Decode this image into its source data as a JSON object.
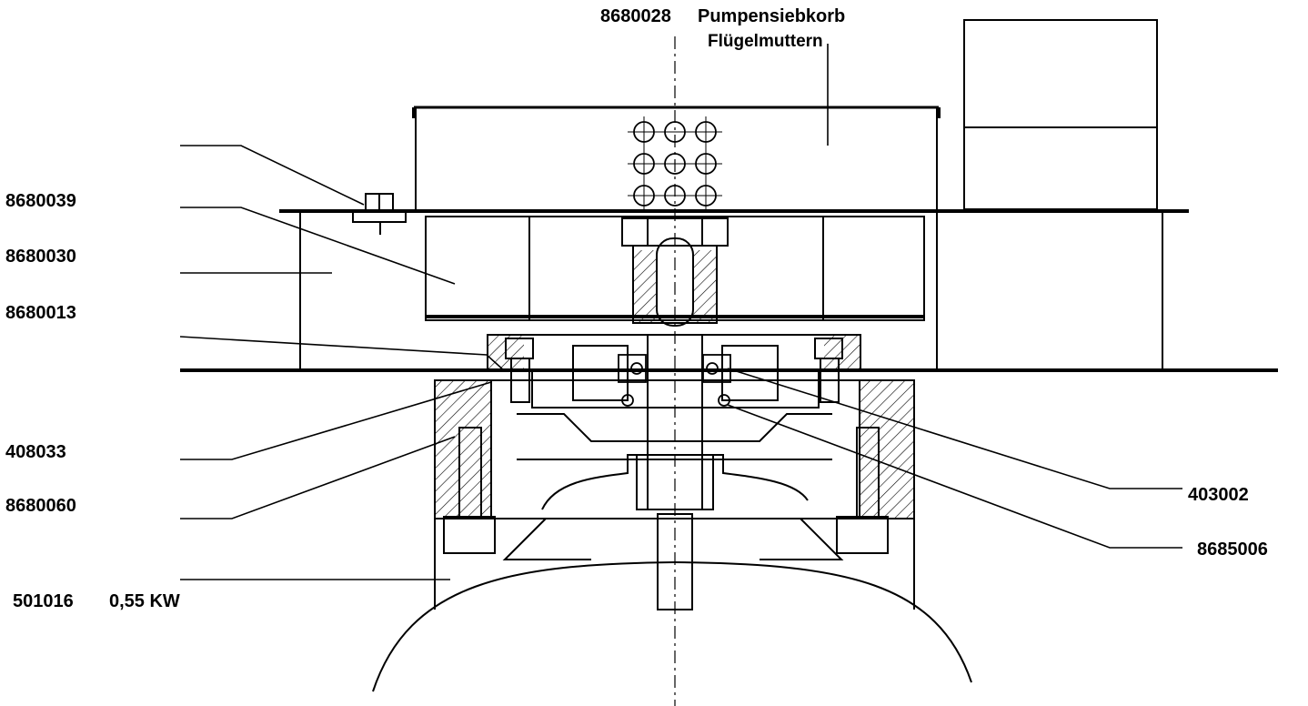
{
  "drawing": {
    "line_color": "#000000",
    "background": "#ffffff",
    "labels": {
      "sieve_part_no": "8680028",
      "sieve_name": "Pumpensiebkorb",
      "wing_nuts": "Flügelmuttern",
      "p8680039": "8680039",
      "p8680030": "8680030",
      "p8680013": "8680013",
      "p408033": "408033",
      "p8680060": "8680060",
      "motor_part_no": "501016",
      "motor_power": "0,55 KW",
      "p403002": "403002",
      "p8685006": "8685006"
    }
  }
}
